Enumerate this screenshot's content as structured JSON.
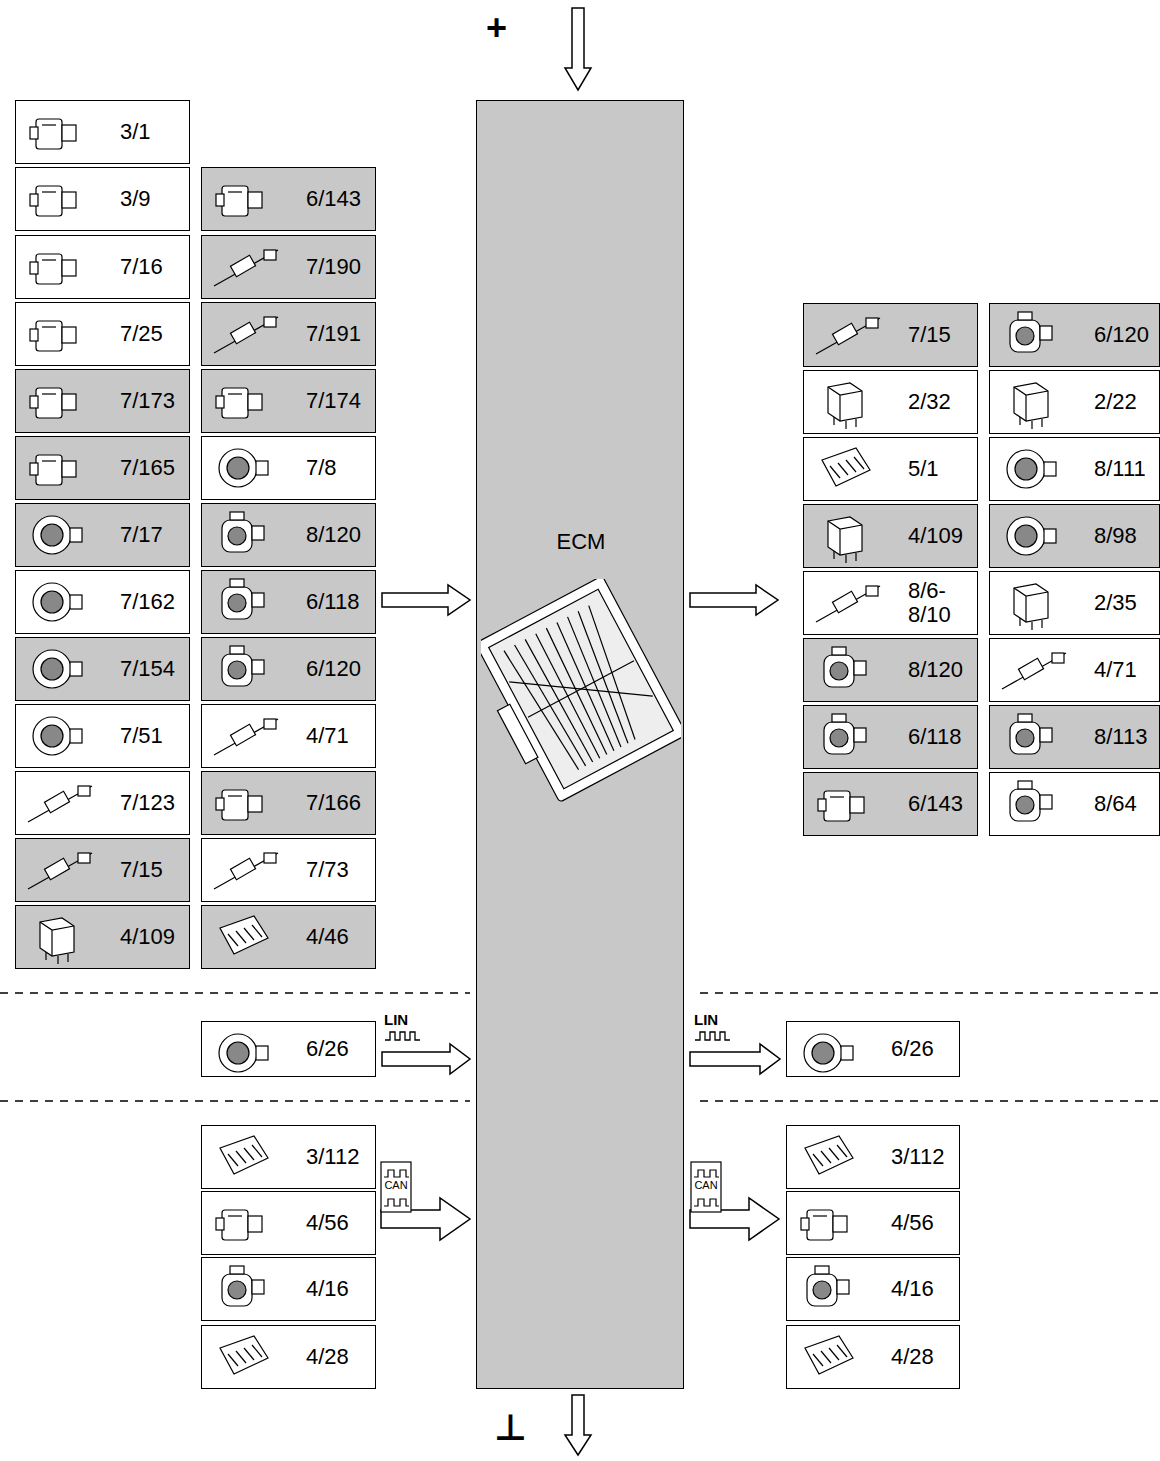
{
  "diagram": {
    "nodes": [
      {
        "text": [
          "3/1"
        ]
      },
      {
        "text": [
          "3/9"
        ]
      },
      {
        "text": [
          "7/16"
        ]
      },
      {
        "text": [
          "7/25"
        ]
      },
      {
        "text": [
          "7/173"
        ]
      },
      {
        "text": [
          "7/165"
        ]
      },
      {
        "text": [
          "7/17"
        ]
      },
      {
        "text": [
          "7/162"
        ]
      },
      {
        "text": [
          "7/154"
        ]
      },
      {
        "text": [
          "7/51"
        ]
      },
      {
        "text": [
          "7/123"
        ]
      },
      {
        "text": [
          "7/15"
        ]
      },
      {
        "text": [
          "4/109"
        ]
      },
      {
        "text": [
          "6/143"
        ]
      },
      {
        "text": [
          "7/190"
        ]
      },
      {
        "text": [
          "7/191"
        ]
      },
      {
        "text": [
          "7/174"
        ]
      },
      {
        "text": [
          "7/8"
        ]
      },
      {
        "text": [
          "8/120"
        ]
      },
      {
        "text": [
          "6/118"
        ]
      },
      {
        "text": [
          "6/120"
        ]
      },
      {
        "text": [
          "4/71"
        ]
      },
      {
        "text": [
          "7/166"
        ]
      },
      {
        "text": [
          "7/73"
        ]
      },
      {
        "text": [
          "4/46"
        ]
      },
      {
        "text": [
          "ECM"
        ]
      },
      {
        "text": [
          "7/15"
        ]
      },
      {
        "text": [
          "2/32"
        ]
      },
      {
        "text": [
          "5/1"
        ]
      },
      {
        "text": [
          "4/109"
        ]
      },
      {
        "text": [
          "8/6- 8/10"
        ]
      },
      {
        "text": [
          "8/120"
        ]
      },
      {
        "text": [
          "6/118"
        ]
      },
      {
        "text": [
          "6/143"
        ]
      },
      {
        "text": [
          "6/120"
        ]
      },
      {
        "text": [
          "2/22"
        ]
      },
      {
        "text": [
          "8/111"
        ]
      },
      {
        "text": [
          "8/98"
        ]
      },
      {
        "text": [
          "2/35"
        ]
      },
      {
        "text": [
          "4/71"
        ]
      },
      {
        "text": [
          "8/113"
        ]
      },
      {
        "text": [
          "8/64"
        ]
      },
      {
        "text": [
          "6/26"
        ]
      },
      {
        "text": [
          "6/26"
        ]
      },
      {
        "text": [
          "3/112"
        ]
      },
      {
        "text": [
          "4/56"
        ]
      },
      {
        "text": [
          "4/16"
        ]
      },
      {
        "text": [
          "4/28"
        ]
      },
      {
        "text": [
          "3/112"
        ]
      },
      {
        "text": [
          "4/56"
        ]
      },
      {
        "text": [
          "4/16"
        ]
      },
      {
        "text": [
          "4/28"
        ]
      }
    ],
    "edges": [
      {
        "from": 42,
        "to": 25,
        "arrow": "to"
      },
      {
        "from": 25,
        "to": 43,
        "arrow": "to"
      }
    ],
    "labels": [
      "+",
      "LIN",
      "LIN",
      "CAN",
      "CAN",
      "⊥"
    ]
  }
}
